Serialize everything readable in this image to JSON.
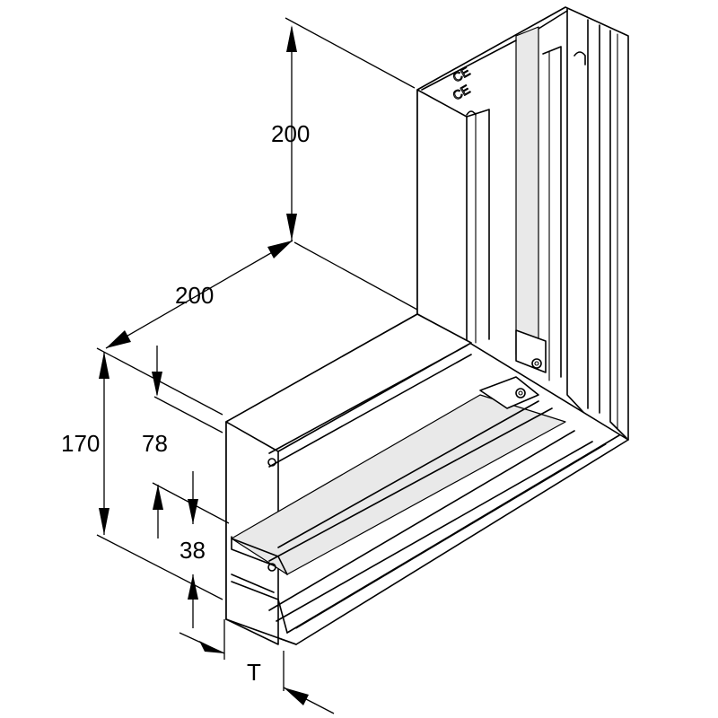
{
  "dimensions": {
    "height_top": "200",
    "width_depth": "200",
    "overall_height": "170",
    "upper_offset": "78",
    "middle_gap": "38",
    "thickness": "T"
  },
  "colors": {
    "line": "#000000",
    "background": "#ffffff",
    "shade": "#e9e9e9"
  }
}
